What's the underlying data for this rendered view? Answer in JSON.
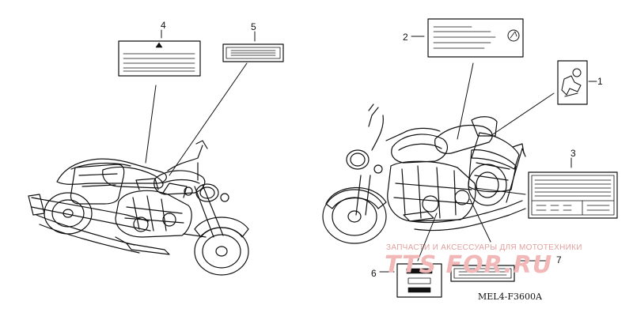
{
  "callouts": {
    "c1": "1",
    "c2": "2",
    "c3": "3",
    "c4": "4",
    "c5": "5",
    "c6": "6",
    "c7": "7"
  },
  "watermark": {
    "text": "ЗАПЧАСТИ И АКСЕССУАРЫ ДЛЯ МОТОТЕХНИКИ",
    "logo": "TTS FOR.RU"
  },
  "diagram_code": "MEL4-F3600A",
  "colors": {
    "line": "#111111",
    "watermark": "#e8a5a5"
  }
}
